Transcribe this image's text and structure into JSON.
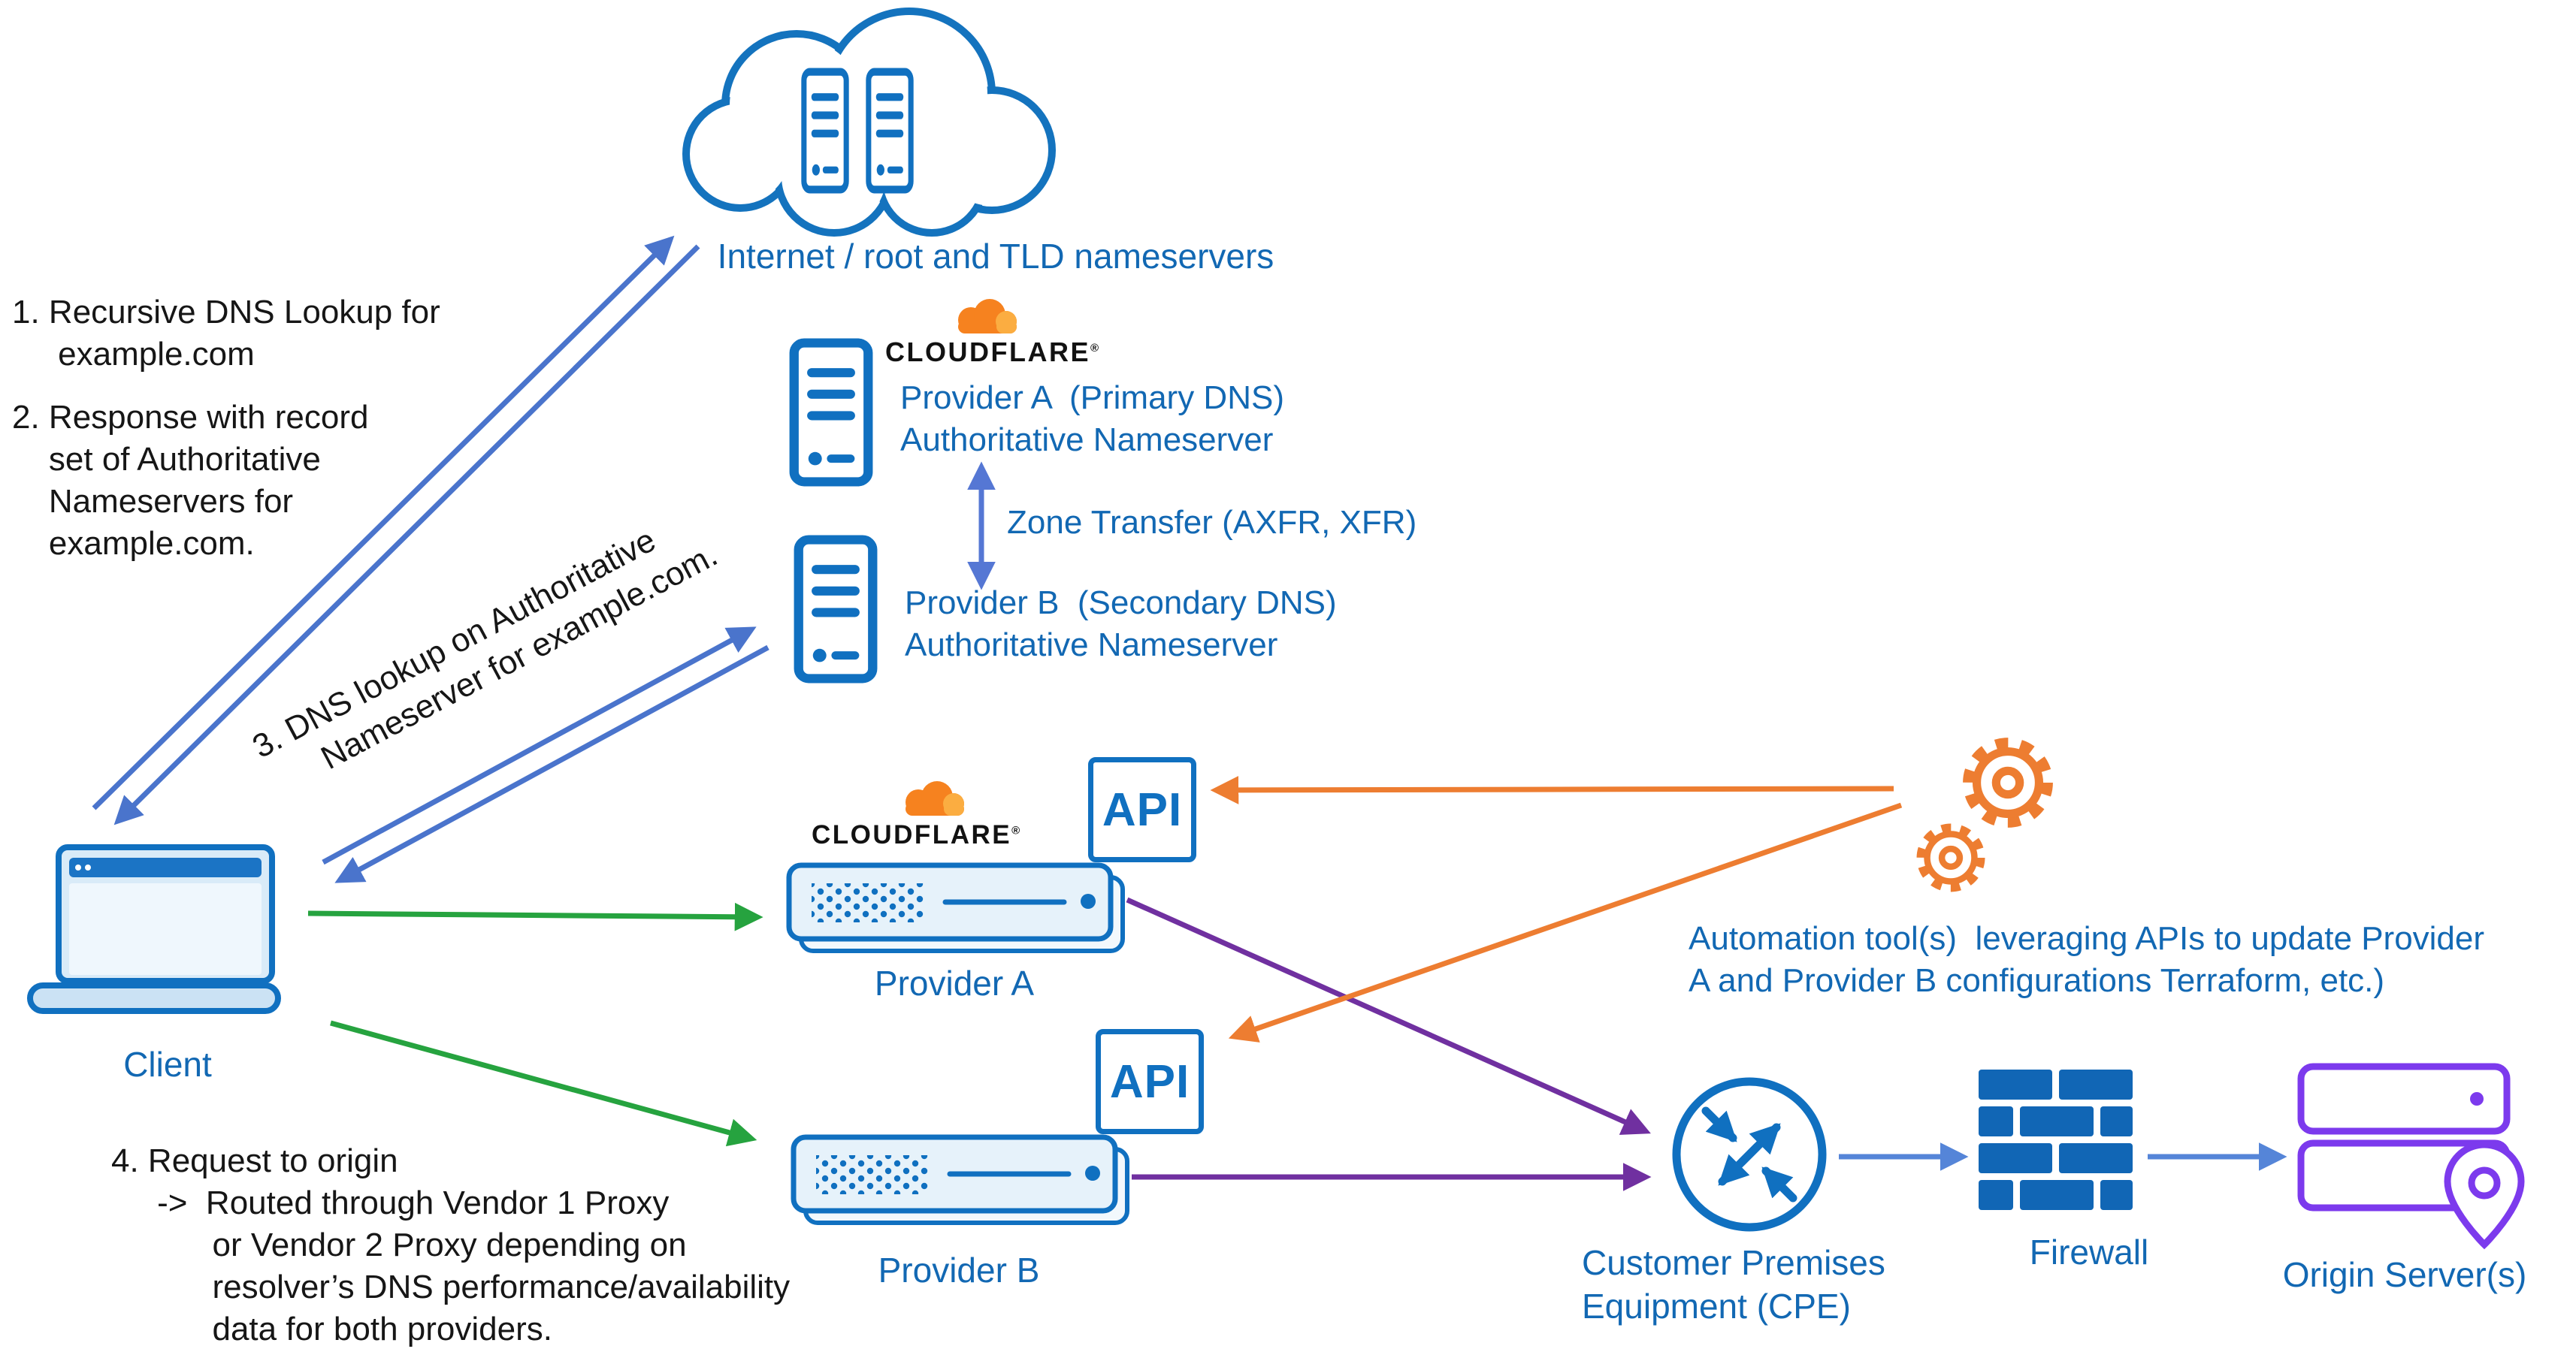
{
  "colors": {
    "icon_blue": "#1070C0",
    "label_blue": "#1268B3",
    "arrow_slate": "#4A74CC",
    "arrow_zone": "#5577D4",
    "arrow_green": "#26A33F",
    "arrow_purple": "#7030A0",
    "arrow_orange": "#ED7D31",
    "arrow_light_blue": "#5585D8",
    "cloudflare_orange": "#F6821F",
    "cloudflare_light_orange": "#FBAD41",
    "origin_violet": "#7C3AED"
  },
  "nodes": {
    "internet": {
      "label": "Internet / root and TLD nameservers"
    },
    "provider_a_nameserver": {
      "label": "Provider A  (Primary DNS)\nAuthoritative Nameserver"
    },
    "provider_b_nameserver": {
      "label": "Provider B  (Secondary DNS)\nAuthoritative Nameserver"
    },
    "client": {
      "label": "Client"
    },
    "provider_a_proxy": {
      "label": "Provider A",
      "api_badge": "API"
    },
    "provider_b_proxy": {
      "label": "Provider B",
      "api_badge": "API"
    },
    "cpe": {
      "label": "Customer Premises\nEquipment (CPE)"
    },
    "firewall": {
      "label": "Firewall"
    },
    "origin": {
      "label": "Origin Server(s)"
    }
  },
  "edges": {
    "zone_transfer_label": "Zone Transfer (AXFR, XFR)"
  },
  "brand": {
    "wordmark": "CLOUDFLARE",
    "registered": "®"
  },
  "annotations": {
    "step1": "1. Recursive DNS Lookup for\n     example.com",
    "step2": "2. Response with record\n    set of Authoritative\n    Nameservers for\n    example.com.",
    "step3": "3. DNS lookup on Authoritative\n      Nameserver for example.com.",
    "step4": "4. Request to origin\n     ->  Routed through Vendor 1 Proxy\n           or Vendor 2 Proxy depending on\n           resolver’s DNS performance/availability\n           data for both providers.",
    "automation": "Automation tool(s)  leveraging APIs to update Provider\nA and Provider B configurations Terraform, etc.)"
  }
}
